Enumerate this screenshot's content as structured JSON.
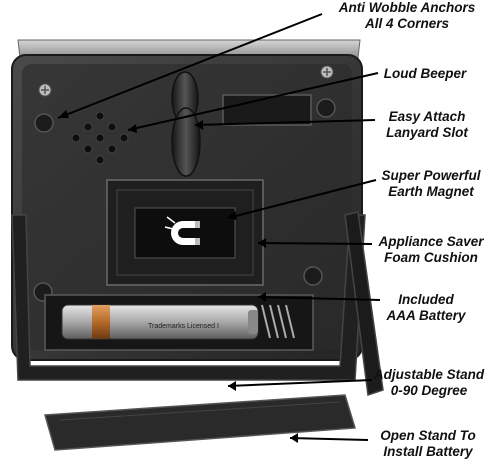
{
  "callouts": {
    "anti_wobble": [
      "Anti  Wobble Anchors",
      "All 4 Corners"
    ],
    "loud_beeper": [
      "Loud Beeper"
    ],
    "lanyard_slot": [
      "Easy Attach",
      "Lanyard Slot"
    ],
    "earth_magnet": [
      "Super Powerful",
      "Earth Magnet"
    ],
    "foam_cushion": [
      "Appliance Saver",
      "Foam Cushion"
    ],
    "battery": [
      "Included",
      "AAA Battery"
    ],
    "stand": [
      "Adjustable Stand",
      "0-90 Degree"
    ],
    "open_stand": [
      "Open Stand To",
      "Install Battery"
    ]
  },
  "battery_label": "Trademarks Licensed I",
  "colors": {
    "device_body": "#3a3a3a",
    "device_face": "#2a2a2a",
    "stand": "#1e1e1e",
    "top_strip": "#b9b9b9",
    "magnet": "#ffffff",
    "battery_silver": "#c8c8c8",
    "battery_copper": "#b56a2a",
    "arrow": "#000000"
  }
}
